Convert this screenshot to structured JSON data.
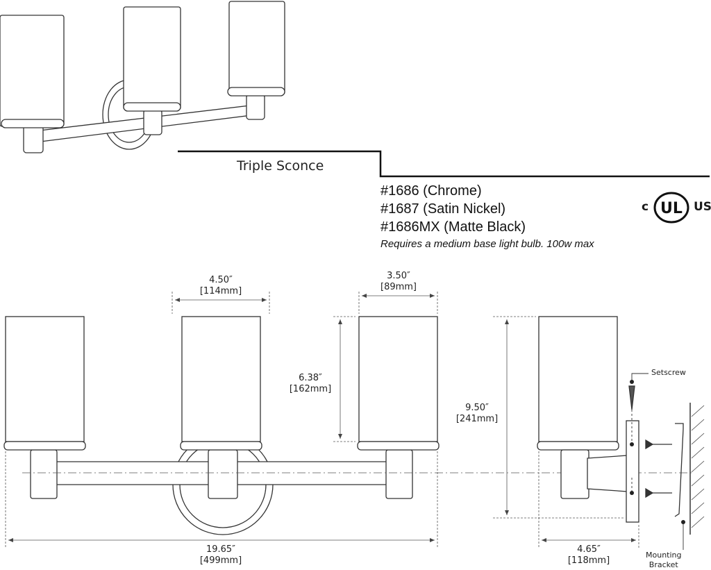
{
  "title": "Triple Sconce",
  "products": [
    "#1686 (Chrome)",
    "#1687 (Satin Nickel)",
    "#1686MX (Matte Black)"
  ],
  "note": "Requires a medium base light bulb. 100w max",
  "certification": {
    "c": "c",
    "mark": "UL",
    "us": "US"
  },
  "dimensions": {
    "shade_width": {
      "in": "4.50″",
      "mm": "[114mm]"
    },
    "shade_spacing": {
      "in": "3.50″",
      "mm": "[89mm]"
    },
    "shade_height": {
      "in": "6.38″",
      "mm": "[162mm]"
    },
    "total_height": {
      "in": "9.50″",
      "mm": "[241mm]"
    },
    "total_width": {
      "in": "19.65″",
      "mm": "[499mm]"
    },
    "projection": {
      "in": "4.65″",
      "mm": "[118mm]"
    }
  },
  "callouts": {
    "setscrew": "Setscrew",
    "mounting_bracket_1": "Mounting",
    "mounting_bracket_2": "Bracket"
  },
  "colors": {
    "line": "#333333",
    "dim_line": "#555555",
    "text": "#1a1a1a"
  }
}
